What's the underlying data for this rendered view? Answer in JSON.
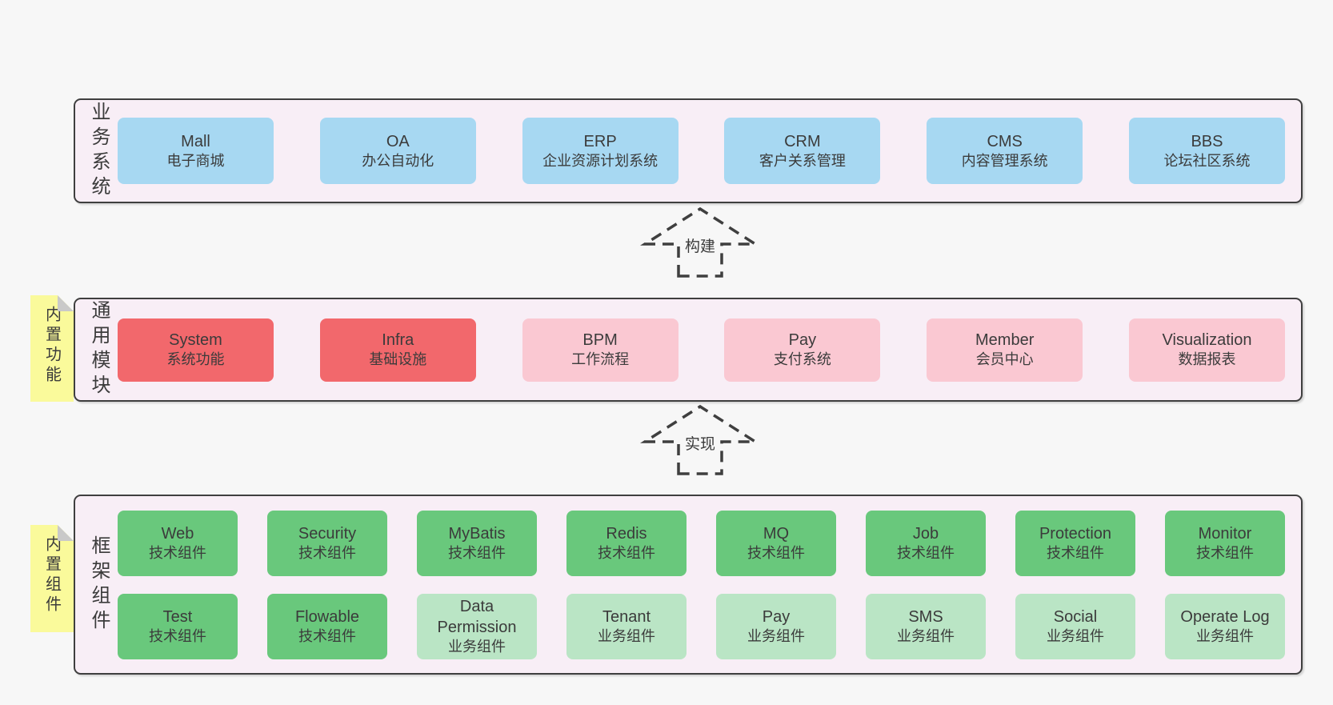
{
  "colors": {
    "page-bg": "#f7f7f7",
    "band-bg": "#f8eef6",
    "line": "#3f3f3f",
    "text": "#3b3b3b",
    "blue": "#a7d8f2",
    "red": "#f2686c",
    "pink": "#fac8d2",
    "green": "#69c87c",
    "lightgreen": "#bae5c5",
    "sticky": "#fafa9b",
    "fold": "#c9c9c9"
  },
  "arrows": [
    {
      "label": "构建"
    },
    {
      "label": "实现"
    }
  ],
  "bands": [
    {
      "label": "业务系统",
      "rows": [
        [
          {
            "title": "Mall",
            "subtitle": "电子商城",
            "color": "blue"
          },
          {
            "title": "OA",
            "subtitle": "办公自动化",
            "color": "blue"
          },
          {
            "title": "ERP",
            "subtitle": "企业资源计划系统",
            "color": "blue"
          },
          {
            "title": "CRM",
            "subtitle": "客户关系管理",
            "color": "blue"
          },
          {
            "title": "CMS",
            "subtitle": "内容管理系统",
            "color": "blue"
          },
          {
            "title": "BBS",
            "subtitle": "论坛社区系统",
            "color": "blue"
          }
        ]
      ]
    },
    {
      "label": "通用模块",
      "sticky": "内置功能",
      "rows": [
        [
          {
            "title": "System",
            "subtitle": "系统功能",
            "color": "red"
          },
          {
            "title": "Infra",
            "subtitle": "基础设施",
            "color": "red"
          },
          {
            "title": "BPM",
            "subtitle": "工作流程",
            "color": "pink"
          },
          {
            "title": "Pay",
            "subtitle": "支付系统",
            "color": "pink"
          },
          {
            "title": "Member",
            "subtitle": "会员中心",
            "color": "pink"
          },
          {
            "title": "Visualization",
            "subtitle": "数据报表",
            "color": "pink"
          }
        ]
      ]
    },
    {
      "label": "框架组件",
      "sticky": "内置组件",
      "rows": [
        [
          {
            "title": "Web",
            "subtitle": "技术组件",
            "color": "green"
          },
          {
            "title": "Security",
            "subtitle": "技术组件",
            "color": "green"
          },
          {
            "title": "MyBatis",
            "subtitle": "技术组件",
            "color": "green"
          },
          {
            "title": "Redis",
            "subtitle": "技术组件",
            "color": "green"
          },
          {
            "title": "MQ",
            "subtitle": "技术组件",
            "color": "green"
          },
          {
            "title": "Job",
            "subtitle": "技术组件",
            "color": "green"
          },
          {
            "title": "Protection",
            "subtitle": "技术组件",
            "color": "green"
          },
          {
            "title": "Monitor",
            "subtitle": "技术组件",
            "color": "green"
          }
        ],
        [
          {
            "title": "Test",
            "subtitle": "技术组件",
            "color": "green"
          },
          {
            "title": "Flowable",
            "subtitle": "技术组件",
            "color": "green"
          },
          {
            "title": "Data Permission",
            "subtitle": "业务组件",
            "color": "lightgreen"
          },
          {
            "title": "Tenant",
            "subtitle": "业务组件",
            "color": "lightgreen"
          },
          {
            "title": "Pay",
            "subtitle": "业务组件",
            "color": "lightgreen"
          },
          {
            "title": "SMS",
            "subtitle": "业务组件",
            "color": "lightgreen"
          },
          {
            "title": "Social",
            "subtitle": "业务组件",
            "color": "lightgreen"
          },
          {
            "title": "Operate Log",
            "subtitle": "业务组件",
            "color": "lightgreen"
          }
        ]
      ]
    }
  ]
}
